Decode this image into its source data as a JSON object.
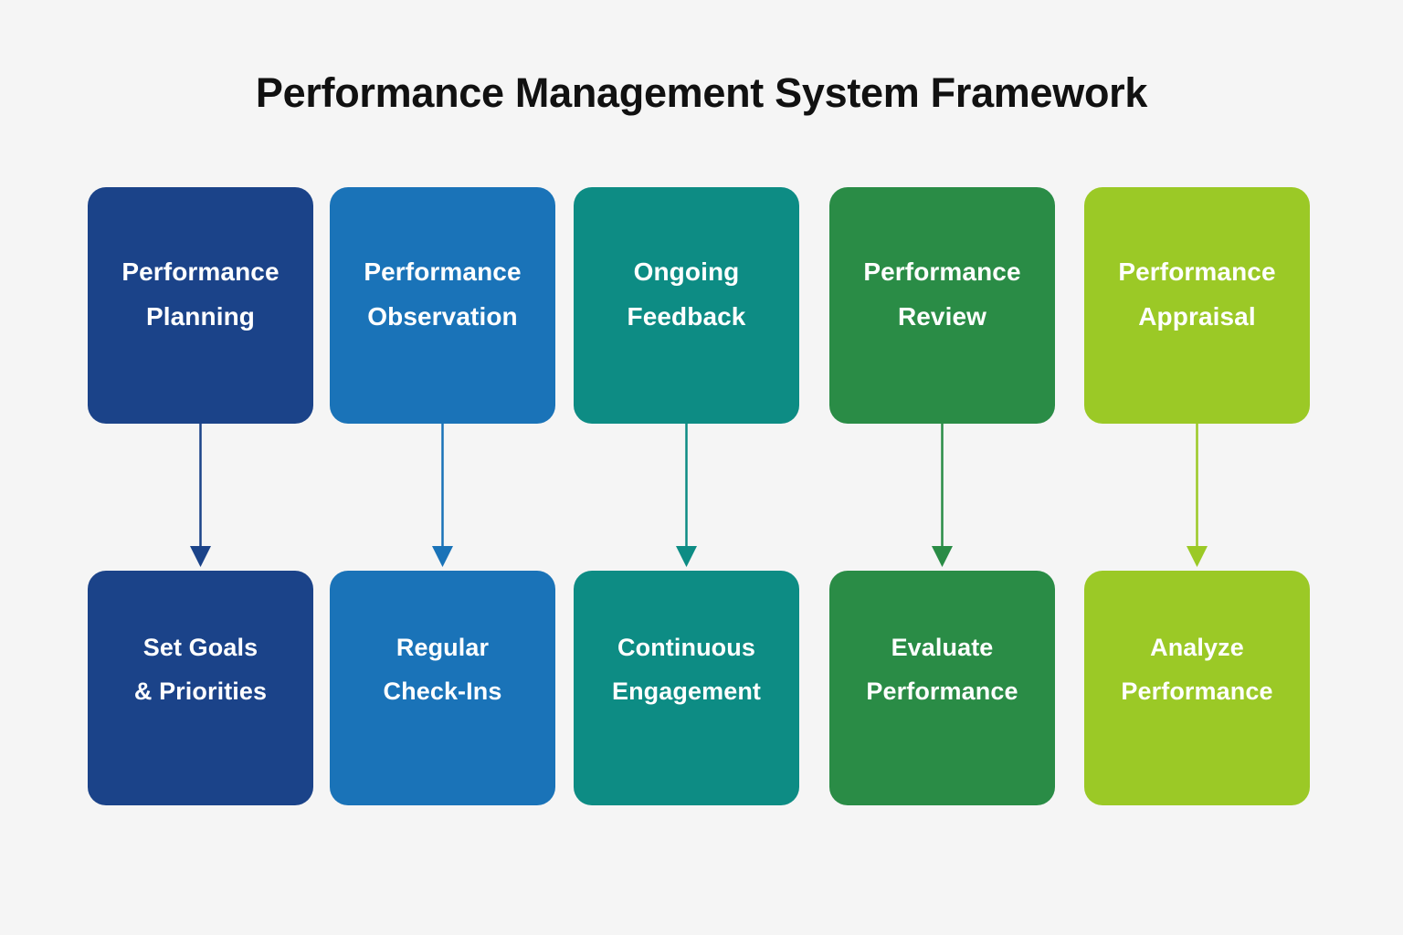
{
  "page": {
    "title": "Performance Management System Framework",
    "background_color": "#f5f5f5",
    "title_color": "#111111"
  },
  "chart_data": {
    "type": "diagram",
    "layout": "two-row flowchart, five parallel columns, one downward arrow per column",
    "title": "Performance Management System Framework",
    "columns": [
      {
        "color": "#1b4389",
        "stage": "Performance Planning",
        "outcome": "Set Goals\n& Priorities"
      },
      {
        "color": "#1a73b8",
        "stage": "Performance Observation",
        "outcome": "Regular\nCheck-Ins"
      },
      {
        "color": "#0d8c84",
        "stage": "Ongoing Feedback",
        "outcome": "Continuous\nEngagement"
      },
      {
        "color": "#2a8c46",
        "stage": "Performance Review",
        "outcome": "Evaluate\nPerformance"
      },
      {
        "color": "#9bc926",
        "stage": "Performance Appraisal",
        "outcome": "Analyze\nPerformance"
      }
    ]
  },
  "diagram": {
    "columns": [
      {
        "color": "#1b4389",
        "top": {
          "label": "Performance\nPlanning"
        },
        "bottom": {
          "label": "Set Goals\n& Priorities"
        },
        "arrow": {
          "direction": "down"
        }
      },
      {
        "color": "#1a73b8",
        "top": {
          "label": "Performance\nObservation"
        },
        "bottom": {
          "label": "Regular\nCheck-Ins"
        },
        "arrow": {
          "direction": "down"
        }
      },
      {
        "color": "#0d8c84",
        "top": {
          "label": "Ongoing\nFeedback"
        },
        "bottom": {
          "label": "Continuous\nEngagement"
        },
        "arrow": {
          "direction": "down"
        }
      },
      {
        "color": "#2a8c46",
        "top": {
          "label": "Performance\nReview"
        },
        "bottom": {
          "label": "Evaluate\nPerformance"
        },
        "arrow": {
          "direction": "down"
        }
      },
      {
        "color": "#9bc926",
        "top": {
          "label": "Performance\nAppraisal"
        },
        "bottom": {
          "label": "Analyze\nPerformance"
        },
        "arrow": {
          "direction": "down"
        }
      }
    ]
  }
}
